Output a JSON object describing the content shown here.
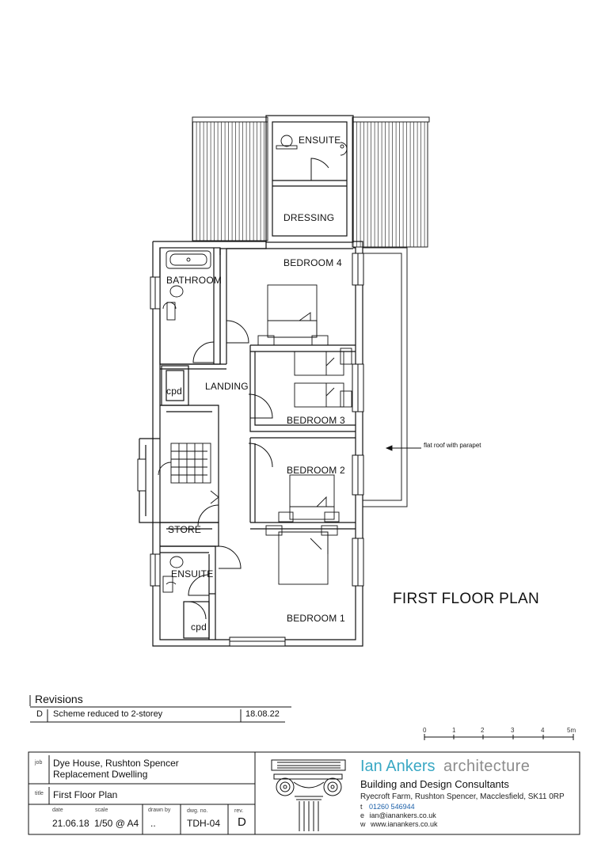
{
  "rooms": {
    "ensuite_top": "ENSUITE",
    "dressing": "DRESSING",
    "bedroom4": "BEDROOM 4",
    "bathroom": "BATHROOM",
    "landing": "LANDING",
    "cpd_top": "cpd",
    "bedroom3": "BEDROOM 3",
    "bedroom2": "BEDROOM 2",
    "store": "STORE",
    "ensuite_bottom": "ENSUITE",
    "cpd_bottom": "cpd",
    "bedroom1": "BEDROOM 1"
  },
  "annotations": {
    "flat_roof": "flat roof with parapet",
    "plan_title": "FIRST FLOOR PLAN"
  },
  "revisions": {
    "heading": "Revisions",
    "rows": [
      {
        "rev": "D",
        "description": "Scheme reduced to 2-storey",
        "date": "18.08.22"
      }
    ]
  },
  "scale_bar": {
    "ticks": [
      "0",
      "1",
      "2",
      "3",
      "4",
      "5m"
    ]
  },
  "title_block": {
    "job_label": "job",
    "job_line1": "Dye House, Rushton Spencer",
    "job_line2": "Replacement Dwelling",
    "title_label": "title",
    "title_value": "First Floor Plan",
    "date_label": "date",
    "date_value": "21.06.18",
    "scale_label": "scale",
    "scale_value": "1/50 @ A4",
    "drawn_label": "drawn by",
    "drawn_value": "..",
    "dwg_label": "dwg. no.",
    "dwg_value": "TDH-04",
    "rev_label": "rev.",
    "rev_value": "D"
  },
  "firm": {
    "name_part1": "Ian Ankers",
    "name_part2": "architecture",
    "tagline": "Building and Design Consultants",
    "address": "Ryecroft Farm, Rushton Spencer, Macclesfield, SK11 0RP",
    "phone_prefix": "t",
    "phone": "01260 546944",
    "email_prefix": "e",
    "email": "ian@ianankers.co.uk",
    "web_prefix": "w",
    "web": "www.ianankers.co.uk"
  },
  "colors": {
    "brand_blue": "#3aa8c4",
    "brand_grey": "#8c8c8c",
    "line": "#111111"
  }
}
